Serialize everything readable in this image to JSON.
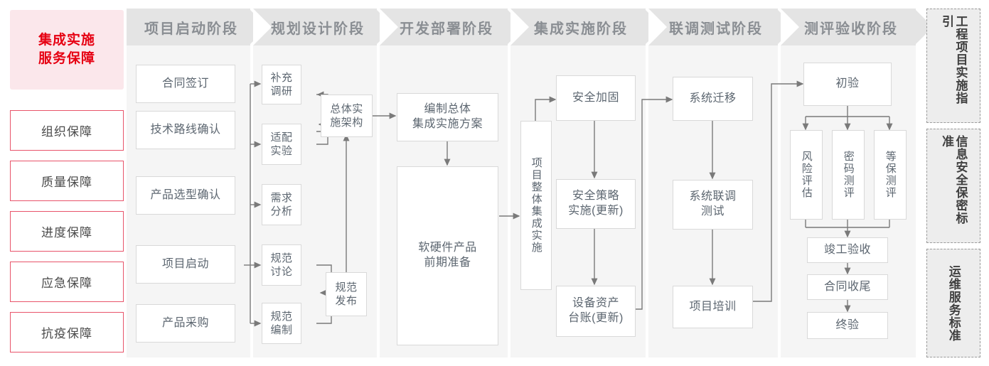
{
  "colors": {
    "brand_red": "#e60012",
    "red_border": "#e8546a",
    "title_bg": "#fbe7eb",
    "panel_bg": "#f5f5f5",
    "header_bg": "#e4e4e4",
    "header_text": "#8a8e93",
    "node_border": "#d9d9d9",
    "node_text": "#5c6670",
    "wire": "#7a7a7a",
    "right_bg": "#ededed"
  },
  "left_sidebar": {
    "title": "集成实施\n服务保障",
    "title_lines": [
      "集成实施",
      "服务保障"
    ],
    "items": [
      {
        "label": "组织保障"
      },
      {
        "label": "质量保障"
      },
      {
        "label": "进度保障"
      },
      {
        "label": "应急保障"
      },
      {
        "label": "抗疫保障"
      }
    ]
  },
  "phases": [
    {
      "id": "phase-1",
      "header": "项目启动阶段",
      "nodes": [
        {
          "id": "n-hetongqianding",
          "label": "合同签订"
        },
        {
          "id": "n-jishuluxian",
          "label": "技术路线确认"
        },
        {
          "id": "n-chanpinxuanxing",
          "label": "产品选型确认"
        },
        {
          "id": "n-xiangmuqidong",
          "label": "项目启动"
        },
        {
          "id": "n-chanpincaigou",
          "label": "产品采购"
        }
      ]
    },
    {
      "id": "phase-2",
      "header": "规划设计阶段",
      "nodes": [
        {
          "id": "n-buchongdiaoyan",
          "label": "补充\n调研",
          "lines": [
            "补充",
            "调研"
          ]
        },
        {
          "id": "n-shipeishiyan",
          "label": "适配\n实验",
          "lines": [
            "适配",
            "实验"
          ]
        },
        {
          "id": "n-xuqiufenxi",
          "label": "需求\n分析",
          "lines": [
            "需求",
            "分析"
          ]
        },
        {
          "id": "n-guifantaolun",
          "label": "规范\n讨论",
          "lines": [
            "规范",
            "讨论"
          ]
        },
        {
          "id": "n-guifanbianzhi",
          "label": "规范\n编制",
          "lines": [
            "规范",
            "编制"
          ]
        },
        {
          "id": "n-zongtishishi",
          "label": "总体实\n施架构",
          "lines": [
            "总体实",
            "施架构"
          ]
        },
        {
          "id": "n-guifanfabu",
          "label": "规范\n发布",
          "lines": [
            "规范",
            "发布"
          ]
        }
      ]
    },
    {
      "id": "phase-3",
      "header": "开发部署阶段",
      "nodes": [
        {
          "id": "n-bianzhizongti",
          "label": "编制总体\n集成实施方案",
          "lines": [
            "编制总体",
            "集成实施方案"
          ]
        },
        {
          "id": "n-ruanyingjian",
          "label": "软硬件产品\n前期准备",
          "lines": [
            "软硬件产品",
            "前期准备"
          ]
        }
      ]
    },
    {
      "id": "phase-4",
      "header": "集成实施阶段",
      "nodes": [
        {
          "id": "n-xiangmuzhengti",
          "label": "项目整体集成实施"
        },
        {
          "id": "n-anquanjiagu",
          "label": "安全加固"
        },
        {
          "id": "n-anquancelue",
          "label": "安全策略\n实施(更新)",
          "lines": [
            "安全策略",
            "实施(更新)"
          ]
        },
        {
          "id": "n-shebeizichan",
          "label": "设备资产\n台账(更新)",
          "lines": [
            "设备资产",
            "台账(更新)"
          ]
        }
      ]
    },
    {
      "id": "phase-5",
      "header": "联调测试阶段",
      "nodes": [
        {
          "id": "n-xitongqianyi",
          "label": "系统迁移"
        },
        {
          "id": "n-xitongliandiao",
          "label": "系统联调\n测试",
          "lines": [
            "系统联调",
            "测试"
          ]
        },
        {
          "id": "n-xiangmupeixun",
          "label": "项目培训"
        }
      ]
    },
    {
      "id": "phase-6",
      "header": "测评验收阶段",
      "nodes": [
        {
          "id": "n-chuyan",
          "label": "初验"
        },
        {
          "id": "n-fengxianpinggu",
          "label": "风险评估"
        },
        {
          "id": "n-mimaceping",
          "label": "密码测评"
        },
        {
          "id": "n-dengbaoceping",
          "label": "等保测评"
        },
        {
          "id": "n-jungongyanshou",
          "label": "竣工验收"
        },
        {
          "id": "n-hetongshouwei",
          "label": "合同收尾"
        },
        {
          "id": "n-zhongyan",
          "label": "终验"
        }
      ]
    }
  ],
  "right_sidebar": {
    "items": [
      {
        "id": "rt-gongcheng",
        "label": "工程项目实施指引"
      },
      {
        "id": "rt-xinxi",
        "label": "信息安全保密标准"
      },
      {
        "id": "rt-yunwei",
        "label": "运维服务标准"
      }
    ]
  }
}
